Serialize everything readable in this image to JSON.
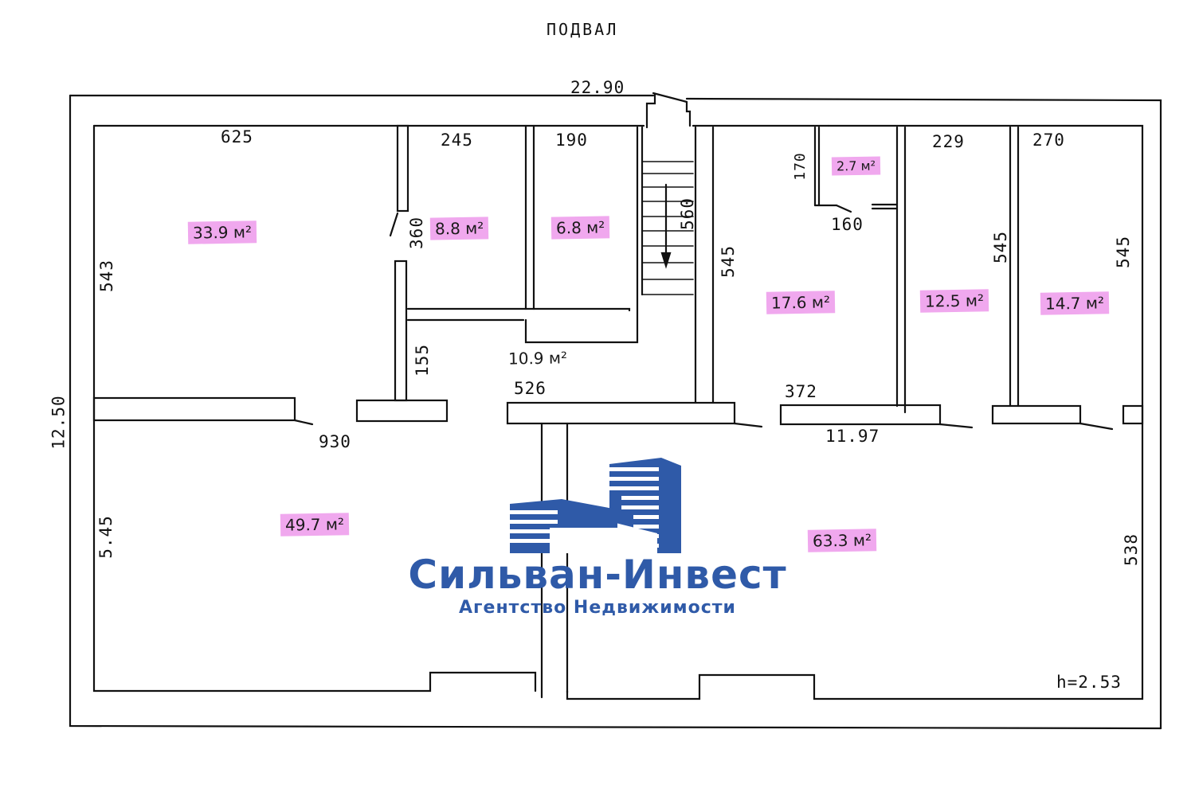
{
  "plan": {
    "title": "ПОДВАЛ",
    "ceiling_height": "h=2.53",
    "overall_dimensions": {
      "length": "22.90",
      "width": "12.50",
      "inner_length_label": "11.97"
    },
    "rooms": [
      {
        "id": "room-1",
        "area": "33.9 м²",
        "width": "625",
        "depth": "543"
      },
      {
        "id": "room-2",
        "area": "8.8 м²",
        "width": "245",
        "door": "360"
      },
      {
        "id": "room-3",
        "area": "6.8 м²",
        "width": "190"
      },
      {
        "id": "corridor",
        "area": "10.9 м²",
        "dim_a": "155",
        "dim_b": "526"
      },
      {
        "id": "stair",
        "length": "560"
      },
      {
        "id": "room-4",
        "area": "17.6 м²",
        "depth": "545",
        "door": "372"
      },
      {
        "id": "wc",
        "area": "2.7 м²",
        "width": "160",
        "depth": "170"
      },
      {
        "id": "room-5",
        "area": "12.5 м²",
        "width": "229",
        "depth": "545"
      },
      {
        "id": "room-6",
        "area": "14.7 м²",
        "width": "270",
        "depth": "545"
      },
      {
        "id": "room-7",
        "area": "49.7 м²",
        "depth": "5.45",
        "opening": "930"
      },
      {
        "id": "room-8",
        "area": "63.3 м²",
        "depth": "538"
      }
    ]
  },
  "watermark": {
    "name": "Сильван-Инвест",
    "subtitle": "Агентство Недвижимости",
    "color": "#2f5aa8"
  },
  "highlight_color": "#f0a8ee"
}
